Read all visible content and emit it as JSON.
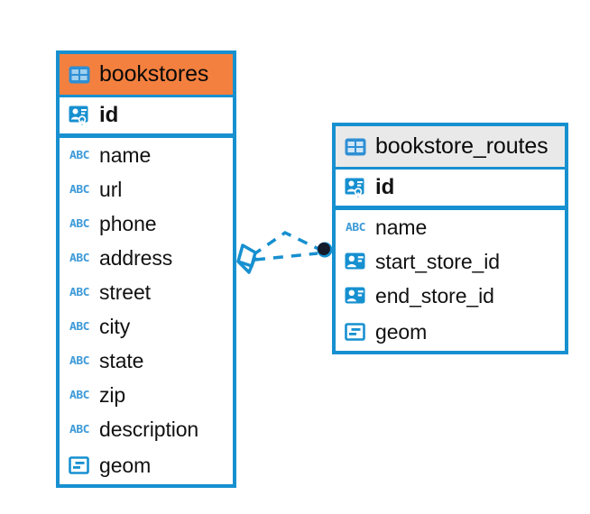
{
  "diagram": {
    "type": "entity-relationship-diagram",
    "background_color": "#ffffff",
    "accent_color": "#1790d0",
    "highlight_color": "#f4803f"
  },
  "entities": [
    {
      "name": "bookstores",
      "header_style": "orange",
      "primary_key": {
        "label": "id",
        "icon": "primary-key-icon"
      },
      "fields": [
        {
          "label": "name",
          "icon": "text-type-icon"
        },
        {
          "label": "url",
          "icon": "text-type-icon"
        },
        {
          "label": "phone",
          "icon": "text-type-icon"
        },
        {
          "label": "address",
          "icon": "text-type-icon"
        },
        {
          "label": "street",
          "icon": "text-type-icon"
        },
        {
          "label": "city",
          "icon": "text-type-icon"
        },
        {
          "label": "state",
          "icon": "text-type-icon"
        },
        {
          "label": "zip",
          "icon": "text-type-icon"
        },
        {
          "label": "description",
          "icon": "text-type-icon"
        },
        {
          "label": "geom",
          "icon": "geometry-type-icon"
        }
      ]
    },
    {
      "name": "bookstore_routes",
      "header_style": "grey",
      "primary_key": {
        "label": "id",
        "icon": "primary-key-icon"
      },
      "fields": [
        {
          "label": "name",
          "icon": "text-type-icon"
        },
        {
          "label": "start_store_id",
          "icon": "foreign-key-icon"
        },
        {
          "label": "end_store_id",
          "icon": "foreign-key-icon"
        },
        {
          "label": "geom",
          "icon": "geometry-type-icon"
        }
      ]
    }
  ],
  "relationship": {
    "style": "dashed",
    "color": "#1790d0",
    "source_marker": "many-diamond-marker",
    "target_marker": "one-filled-circle-marker"
  },
  "icon_labels": {
    "text_type": "ABC"
  }
}
